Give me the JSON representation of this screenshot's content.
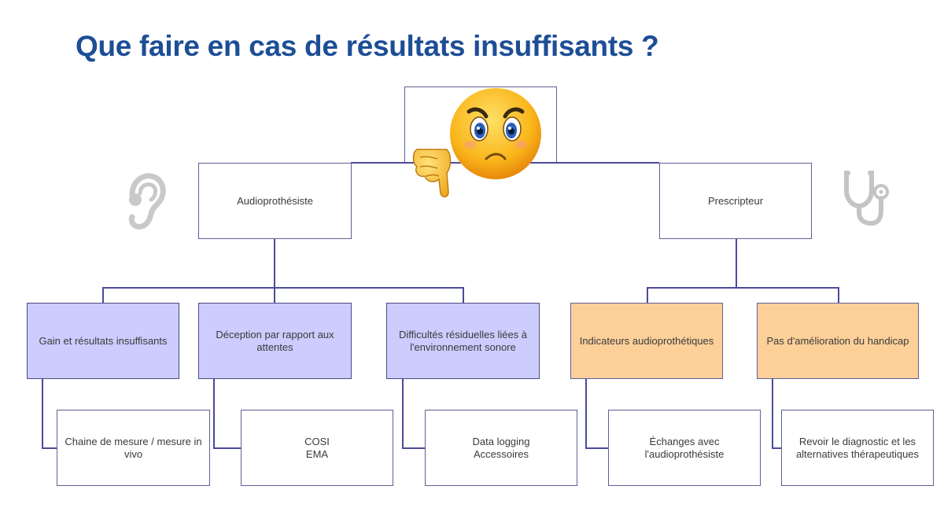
{
  "title": "Que faire en cas de résultats insuffisants ?",
  "colors": {
    "title": "#1d4e96",
    "connector": "#4b4b9a",
    "purple_fill": "#ccccff",
    "orange_fill": "#fdd09a"
  },
  "icons": {
    "top": "angry-face-thumbs-down-emoji",
    "left": "ear-icon",
    "right": "stethoscope-icon"
  },
  "root": {
    "label": ""
  },
  "branches": [
    {
      "label": "Audioprothésiste",
      "children": [
        {
          "label": "Gain et résultats insuffisants",
          "detail": "Chaine de mesure / mesure in vivo"
        },
        {
          "label": "Déception par rapport aux attentes",
          "detail": "COSI\nEMA"
        },
        {
          "label": "Difficultés résiduelles liées à l'environnement sonore",
          "detail": "Data logging\nAccessoires"
        }
      ]
    },
    {
      "label": "Prescripteur",
      "children": [
        {
          "label": "Indicateurs audioprothétiques",
          "detail": "Échanges avec l'audioprothésiste"
        },
        {
          "label": "Pas d'amélioration du handicap",
          "detail": "Revoir le diagnostic et les alternatives thérapeutiques"
        }
      ]
    }
  ]
}
